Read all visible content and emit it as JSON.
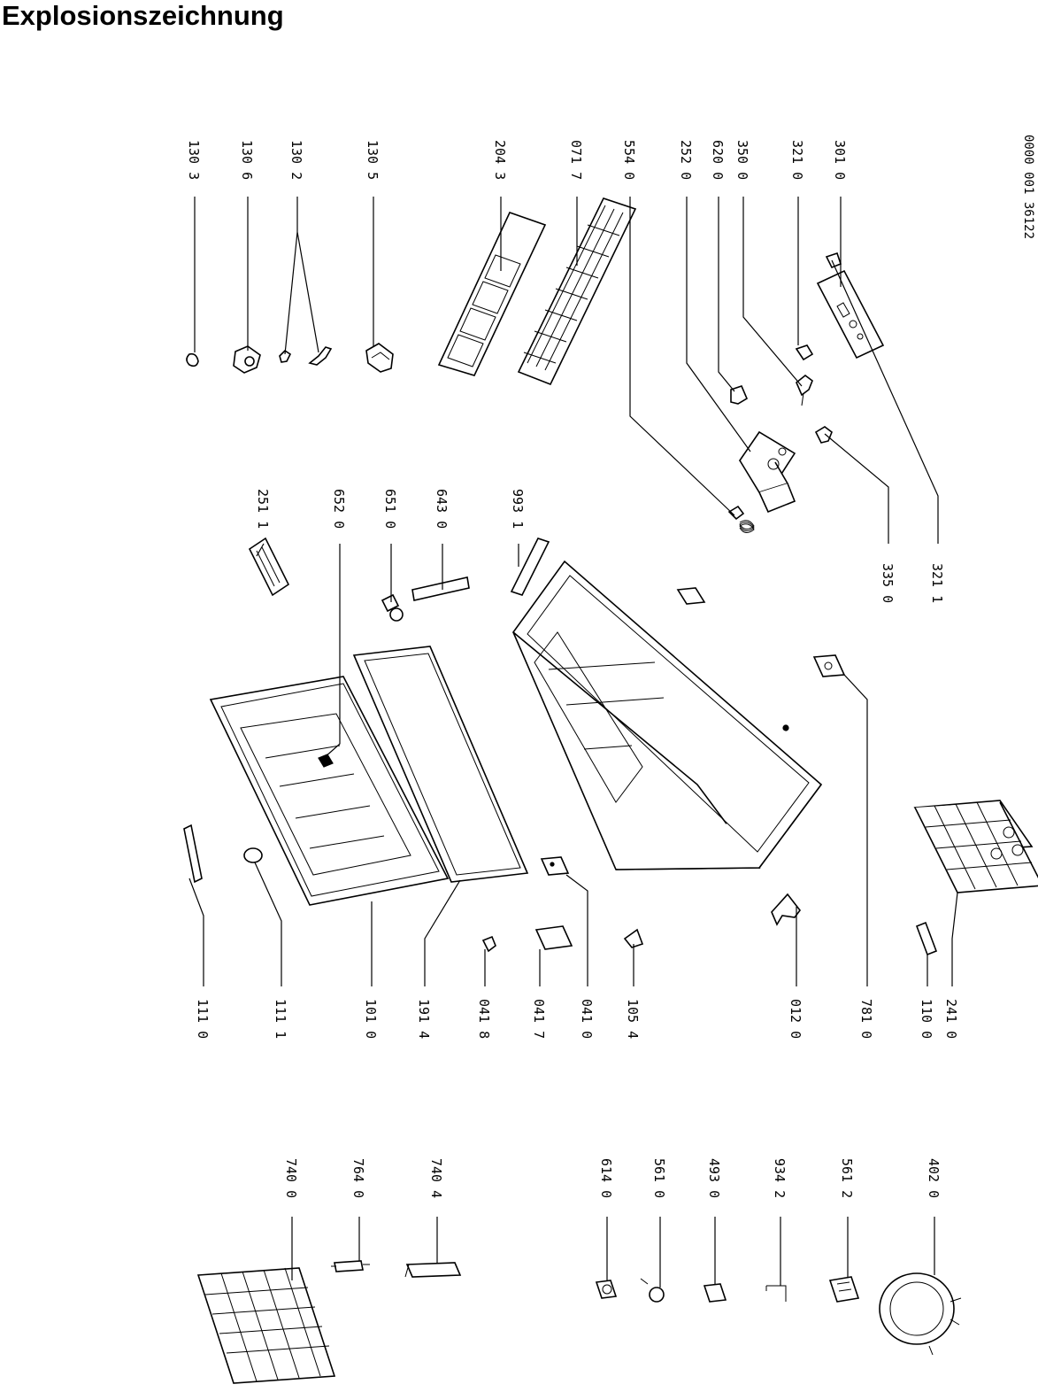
{
  "title": "Explosionszeichnung",
  "drawing_code": "0000 001 36122",
  "part_numbers": {
    "p1303": "130 3",
    "p1306": "130 6",
    "p1302": "130 2",
    "p1305": "130 5",
    "p2043": "204 3",
    "p0717": "071 7",
    "p5540": "554 0",
    "p2520": "252 0",
    "p6200": "620 0",
    "p3500": "350 0",
    "p3210": "321 0",
    "p3010": "301 0",
    "p2511": "251 1",
    "p6520": "652 0",
    "p6510": "651 0",
    "p6430": "643 0",
    "p9931": "993 1",
    "p3350": "335 0",
    "p3211": "321 1",
    "p1110": "111 0",
    "p1111": "111 1",
    "p1010": "101 0",
    "p1914": "191 4",
    "p0418": "041 8",
    "p0417": "041 7",
    "p0410": "041 0",
    "p1054": "105 4",
    "p0120": "012 0",
    "p7810": "781 0",
    "p1100": "110 0",
    "p2410": "241 0",
    "p7400": "740 0",
    "p7640": "764 0",
    "p7404": "740 4",
    "p6140": "614 0",
    "p5610": "561 0",
    "p4930": "493 0",
    "p9342": "934 2",
    "p5612": "561 2",
    "p4020": "402 0"
  }
}
